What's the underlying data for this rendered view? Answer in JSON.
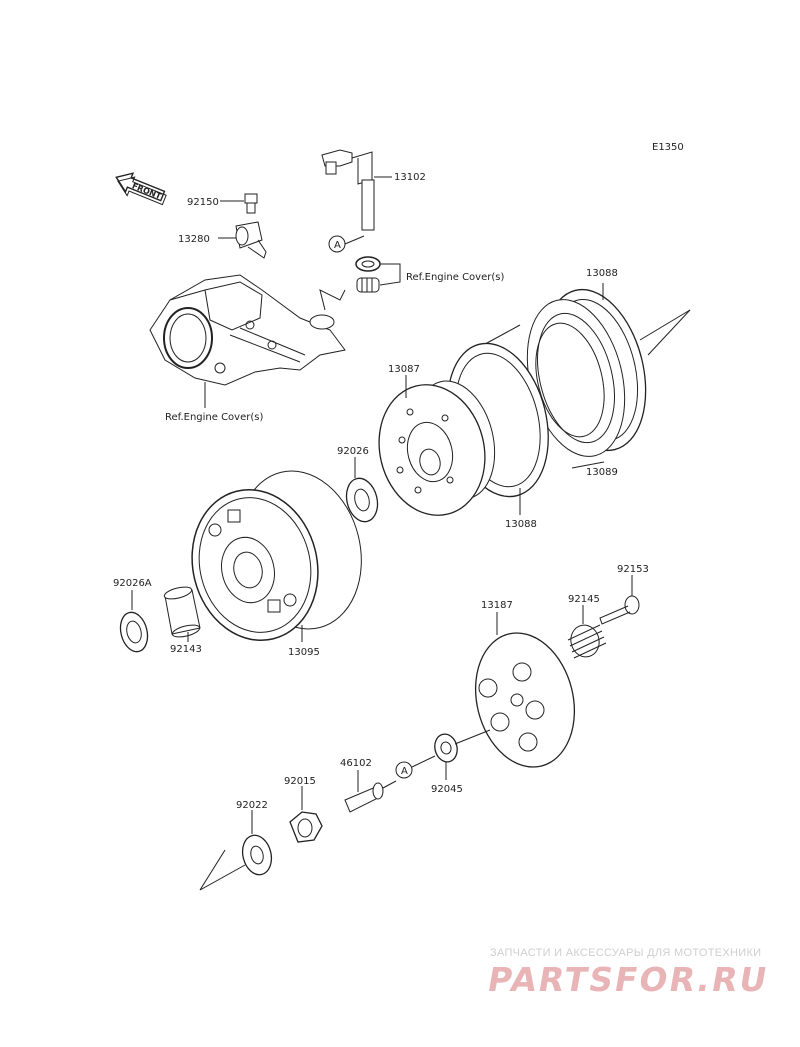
{
  "diagram_code": "E1350",
  "front_label": "FRONT",
  "ref_engine_cover_1": "Ref.Engine Cover(s)",
  "ref_engine_cover_2": "Ref.Engine Cover(s)",
  "marker_a": "A",
  "parts": {
    "p13102": "13102",
    "p92150": "92150",
    "p13280": "13280",
    "p13088_top": "13088",
    "p13087": "13087",
    "p92026": "92026",
    "p13089": "13089",
    "p13088_bottom": "13088",
    "p92026A": "92026A",
    "p92143": "92143",
    "p13095": "13095",
    "p92153": "92153",
    "p92145": "92145",
    "p13187": "13187",
    "p46102": "46102",
    "p92015": "92015",
    "p92045": "92045",
    "p92022": "92022"
  },
  "watermark": {
    "tagline": "ЗАПЧАСТИ И АКСЕССУАРЫ ДЛЯ МОТОТЕХНИКИ",
    "logo": "PARTSFOR.RU"
  },
  "colors": {
    "line": "#222222",
    "watermark_text": "#cfcfcf",
    "watermark_logo": "#e8b4b6"
  }
}
